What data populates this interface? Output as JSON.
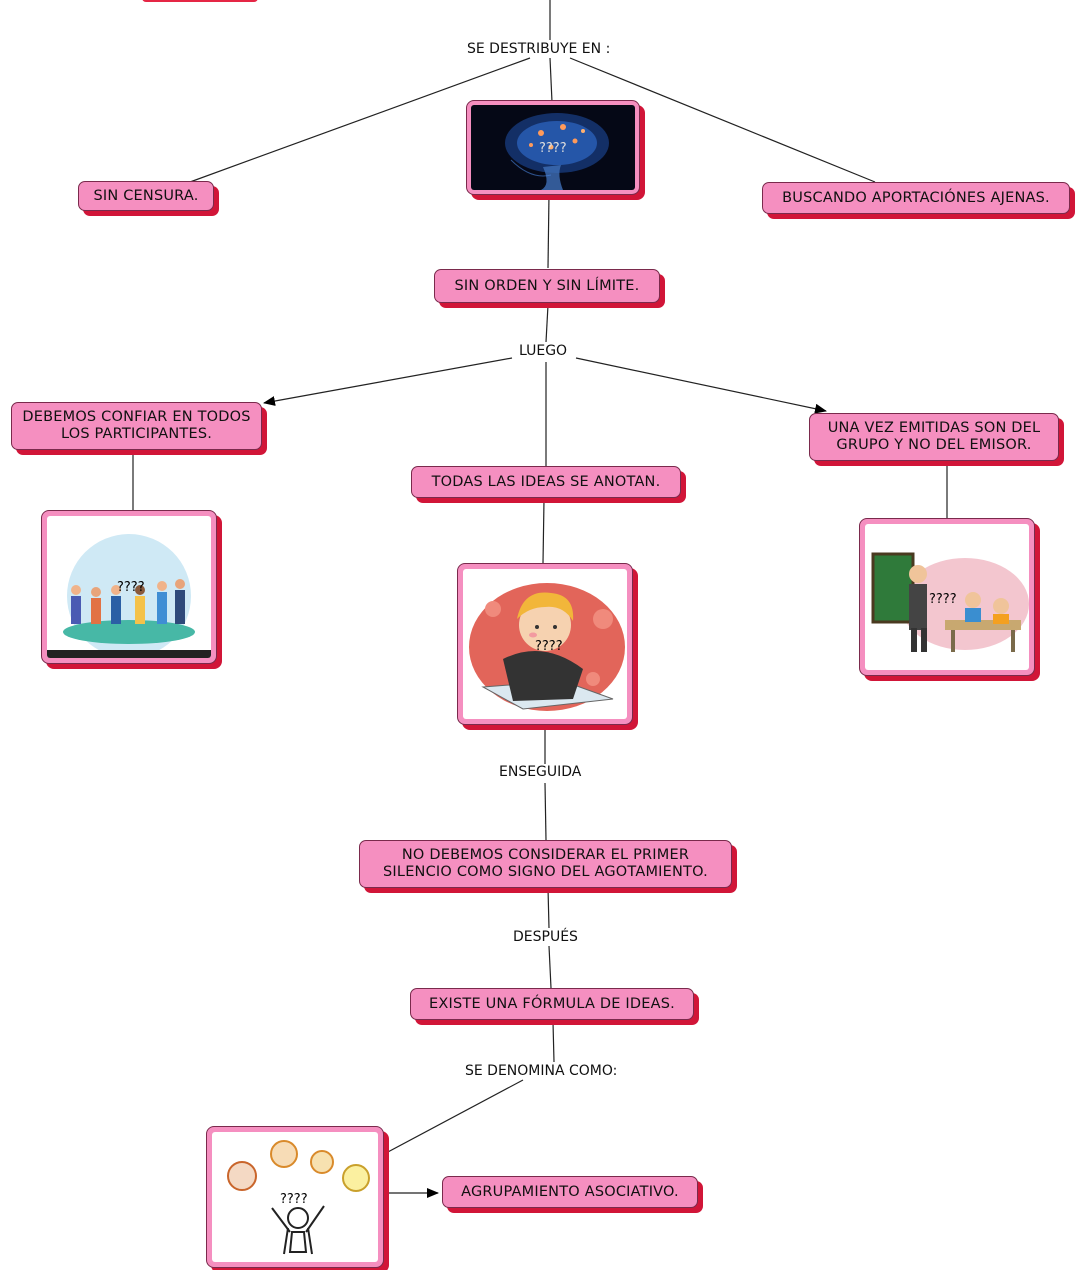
{
  "nodes": {
    "sin_censura": "SIN CENSURA.",
    "buscando": "BUSCANDO APORTACIÓNES AJENAS.",
    "sin_orden": "SIN ORDEN Y SIN LÍMITE.",
    "confiar": "DEBEMOS CONFIAR EN TODOS LOS PARTICIPANTES.",
    "anotan": "TODAS LAS IDEAS SE ANOTAN.",
    "emitidas": "UNA VEZ EMITIDAS SON DEL GRUPO Y NO DEL EMISOR.",
    "silencio": "NO DEBEMOS CONSIDERAR EL PRIMER SILENCIO COMO SIGNO DEL AGOTAMIENTO.",
    "formula": "EXISTE UNA FÓRMULA DE IDEAS.",
    "agrupamiento": "AGRUPAMIENTO ASOCIATIVO."
  },
  "links": {
    "se_distribuye": "SE DESTRIBUYE EN :",
    "luego": "LUEGO",
    "enseguida": "ENSEGUIDA",
    "despues": "DESPUÉS",
    "se_denomina": "SE  DENOMINA COMO:"
  },
  "images": {
    "placeholder": "????",
    "brain": "brain-image",
    "meeting": "meeting-image",
    "student": "thinking-student-image",
    "classroom": "classroom-image",
    "ideas": "ideas-lightbulbs-image"
  },
  "colors": {
    "node_fill": "#f58fc0",
    "node_shadow": "#d11538",
    "node_border": "#7a2a4c"
  }
}
